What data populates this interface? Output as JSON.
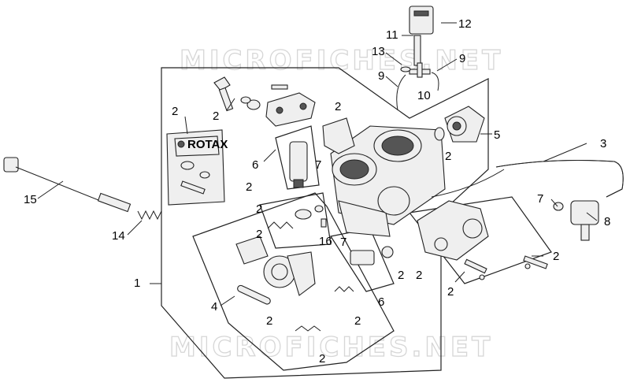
{
  "watermark": {
    "top_text": "MICROFICHES.NET",
    "bottom_text": "MICROFICHES.NET"
  },
  "kit_card": {
    "brand": "ROTAX"
  },
  "callouts": {
    "c1": "1",
    "c2a": "2",
    "c2b": "2",
    "c2c": "2",
    "c2d": "2",
    "c2e": "2",
    "c2f": "2",
    "c2g": "2",
    "c2h": "2",
    "c2i": "2",
    "c2j": "2",
    "c2k": "2",
    "c2l": "2",
    "c2m": "2",
    "c2n": "2",
    "c3": "3",
    "c4": "4",
    "c5": "5",
    "c6a": "6",
    "c6b": "6",
    "c7a": "7",
    "c7b": "7",
    "c7c": "7",
    "c8": "8",
    "c9a": "9",
    "c9b": "9",
    "c10": "10",
    "c11": "11",
    "c12": "12",
    "c13": "13",
    "c14": "14",
    "c15": "15",
    "c16": "16"
  },
  "colors": {
    "line": "#222222",
    "part_fill": "#efefef",
    "watermark": "#d6d6d6"
  }
}
